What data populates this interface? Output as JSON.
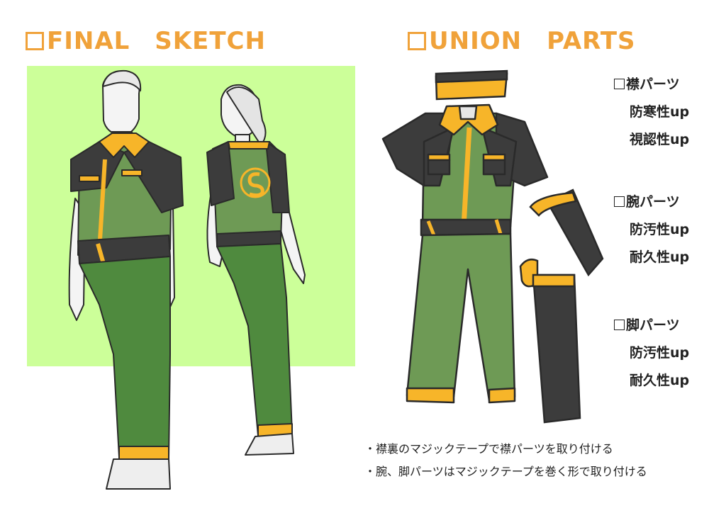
{
  "headings": {
    "left": "FINAL　SKETCH",
    "right": "UNION　PARTS"
  },
  "parts": [
    {
      "title": "襟パーツ",
      "attributes": [
        "防寒性up",
        "視認性up"
      ]
    },
    {
      "title": "腕パーツ",
      "attributes": [
        "防汚性up",
        "耐久性up"
      ]
    },
    {
      "title": "脚パーツ",
      "attributes": [
        "防汚性up",
        "耐久性up"
      ]
    }
  ],
  "notes": [
    "襟裏のマジックテープで襟パーツを取り付ける",
    "腕、脚パーツはマジックテープを巻く形で取り付ける"
  ],
  "colors": {
    "heading_orange": "#f0a23a",
    "background_green": "#ccff99",
    "uniform_green": "#6e9a55",
    "pants_green": "#4f8a3e",
    "uniform_dark": "#3c3c3c",
    "accent_yellow": "#f7b529"
  }
}
